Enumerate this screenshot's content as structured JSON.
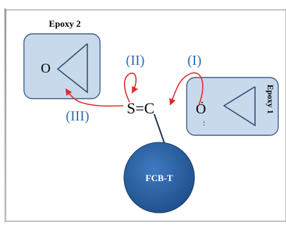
{
  "epoxy2": {
    "label": "Epoxy 2",
    "atom": "O"
  },
  "epoxy1": {
    "label": "Epoxy 1",
    "atom": "Ö"
  },
  "center_group": {
    "formula": "S=C"
  },
  "particle": {
    "label": "FCB-T"
  },
  "steps": {
    "step1": "(I)",
    "step2": "(II)",
    "step3": "(III)"
  },
  "colors": {
    "box_fill": "#c8d9ec",
    "box_stroke": "#3f5f86",
    "particle_fill": "#2f65a5",
    "arrow": "#e12b2b",
    "step_text": "#2f6fb5",
    "bond": "#1f3550"
  }
}
